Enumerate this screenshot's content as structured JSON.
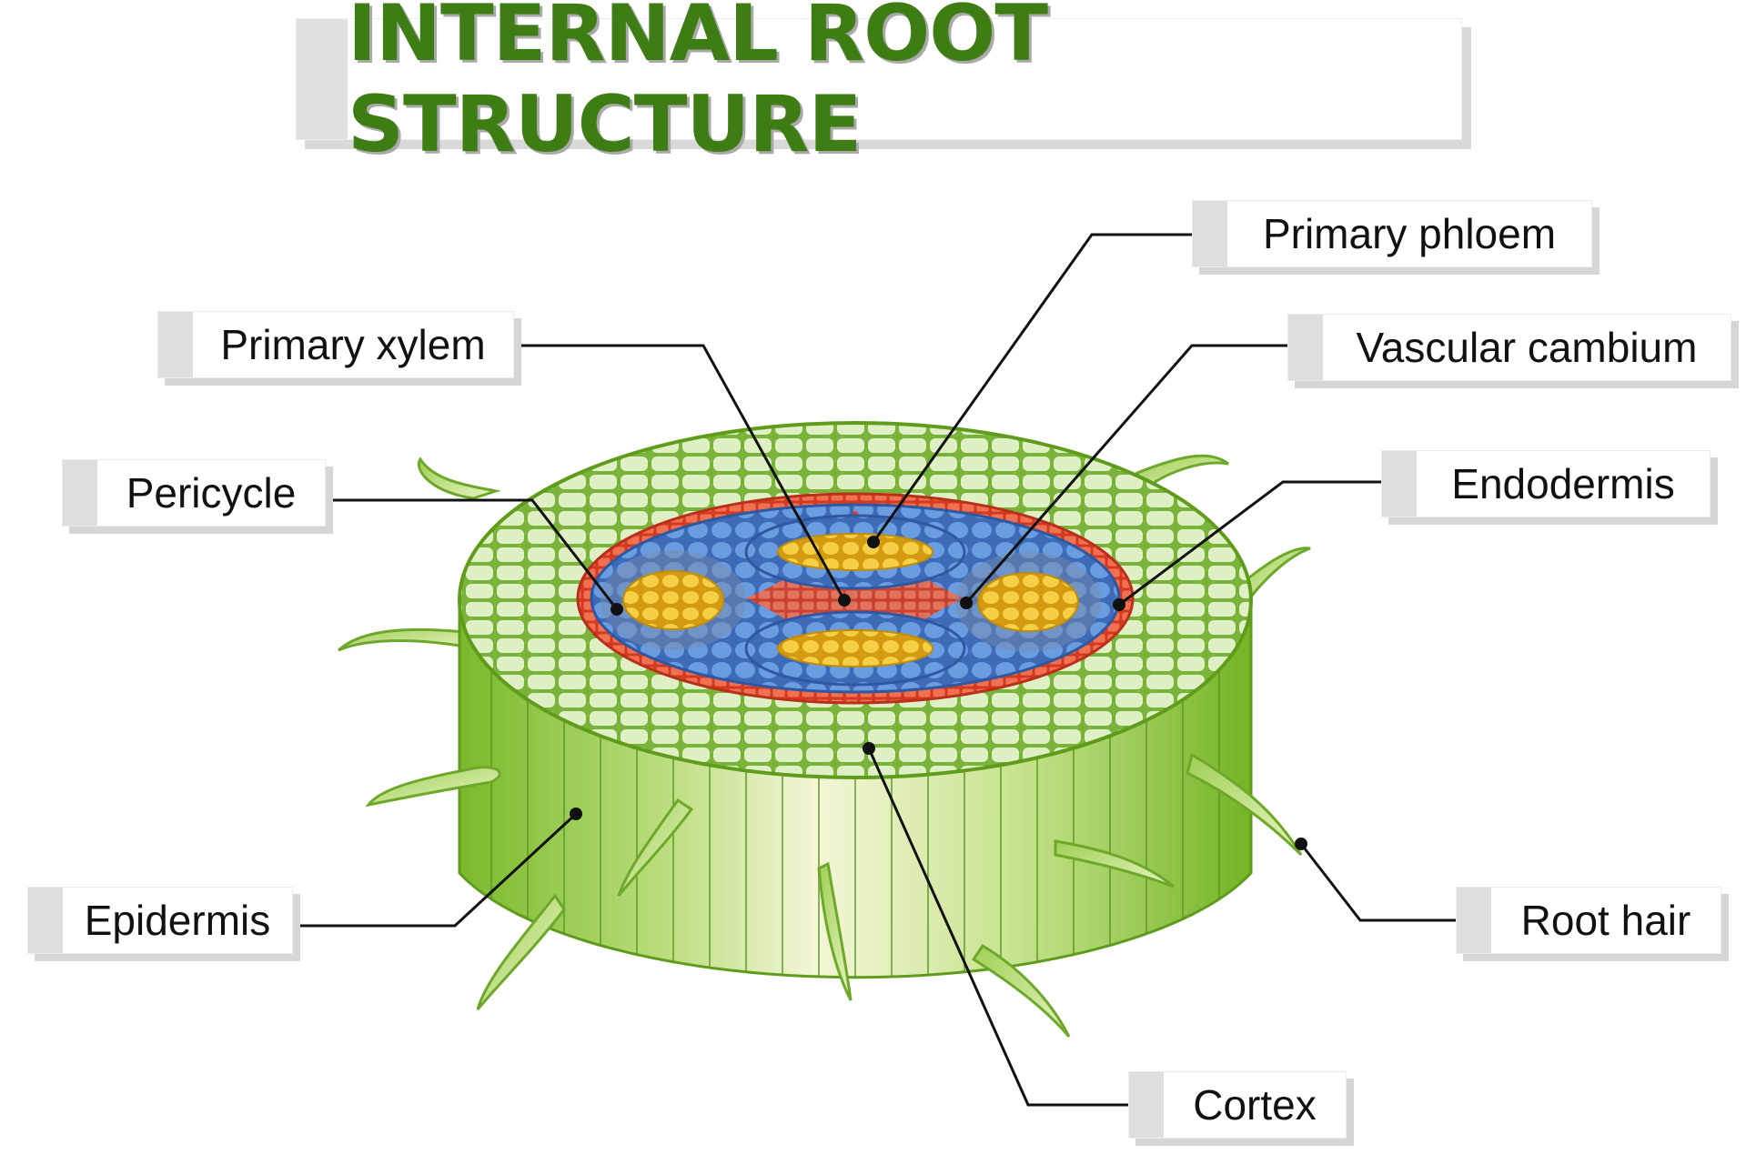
{
  "title": "INTERNAL ROOT STRUCTURE",
  "labels": {
    "primary_phloem": "Primary phloem",
    "primary_xylem": "Primary xylem",
    "vascular_cambium": "Vascular cambium",
    "pericycle": "Pericycle",
    "endodermis": "Endodermis",
    "epidermis": "Epidermis",
    "root_hair": "Root hair",
    "cortex": "Cortex"
  },
  "colors": {
    "title": "#3e7d14",
    "epidermis": "#7fbf2a",
    "cortex": "#cfe8a8",
    "endodermis": "#e8563a",
    "vascular": "#5b8fd8",
    "xylem": "#f2c430",
    "leader_line": "#111111"
  }
}
